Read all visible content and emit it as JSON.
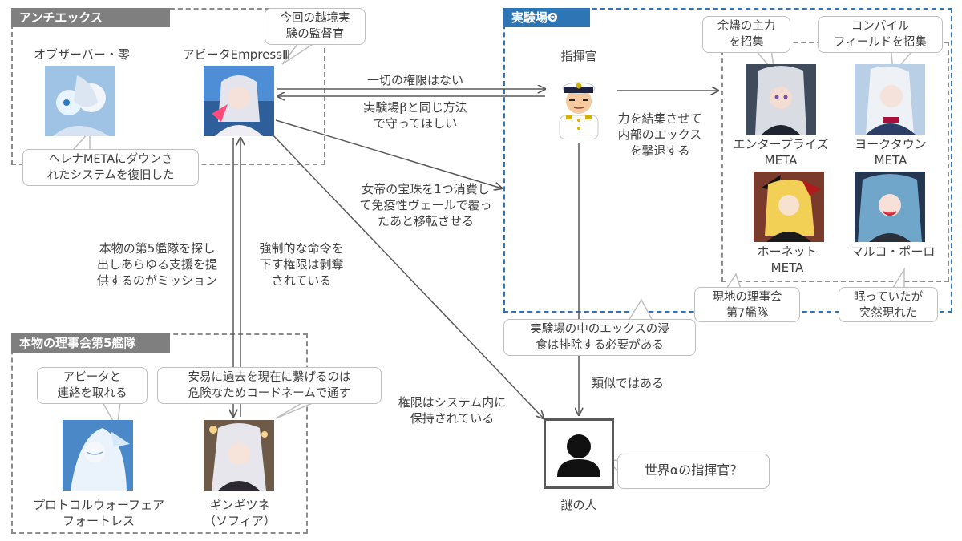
{
  "groups": {
    "antiex": "アンチエックス",
    "lab_theta": "実験場Θ",
    "fifth_fleet": "本物の理事会第5艦隊"
  },
  "nodes": {
    "observer": "オブザーバー・零",
    "abyta": "アビータEmpressⅢ",
    "commander": "指揮官",
    "enterprise": "エンタープライズ\nMETA",
    "yorktown": "ヨークタウン\nMETA",
    "hornet": "ホーネット\nMETA",
    "marco": "マルコ・ポーロ",
    "protocol": "プロトコルウォーフェア\nフォートレス",
    "ginkitsune": "ギンギツネ\n（ソフィア）",
    "mystery": "謎の人"
  },
  "callouts": {
    "abyta_note": "今回の越境実\n験の監督官",
    "helena": "ヘレナMETAにダウンさ\nれたシステムを復旧した",
    "enterprise_note": "余燼の主力\nを招集",
    "yorktown_note": "コンパイル\nフィールドを招集",
    "hornet_note": "現地の理事会\n第7艦隊",
    "marco_note": "眠っていたが\n突然現れた",
    "lab_note": "実験場の中のエックスの浸\n食は排除する必要がある",
    "protocol_note": "アビータと\n連絡を取れる",
    "ginkitsune_note": "安易に過去を現在に繋げるのは\n危険なためコードネームで通す",
    "mystery_note": "世界αの指揮官？"
  },
  "edge_labels": {
    "no_authority": "一切の権限はない",
    "protect": "実験場βと同じ方法\nで守ってほしい",
    "unite": "力を結集させて\n内部のエックス\nを撃退する",
    "jewel": "女帝の宝珠を1つ消費し\nて免疫性ヴェールで覆っ\nたあと移転させる",
    "mission": "本物の第5艦隊を探し\n出しあらゆる支援を提\n供するのがミッション",
    "revoked": "強制的な命令を\n下す権限は剥奪\nされている",
    "similar": "類似ではある",
    "retained": "権限はシステム内に\n保持されている"
  },
  "icons": {
    "commander": "commander-icon",
    "mystery": "person-icon"
  },
  "colors": {
    "gray_group": "#7f7f7f",
    "blue_group": "#2e75b6",
    "arrow": "#595959"
  }
}
